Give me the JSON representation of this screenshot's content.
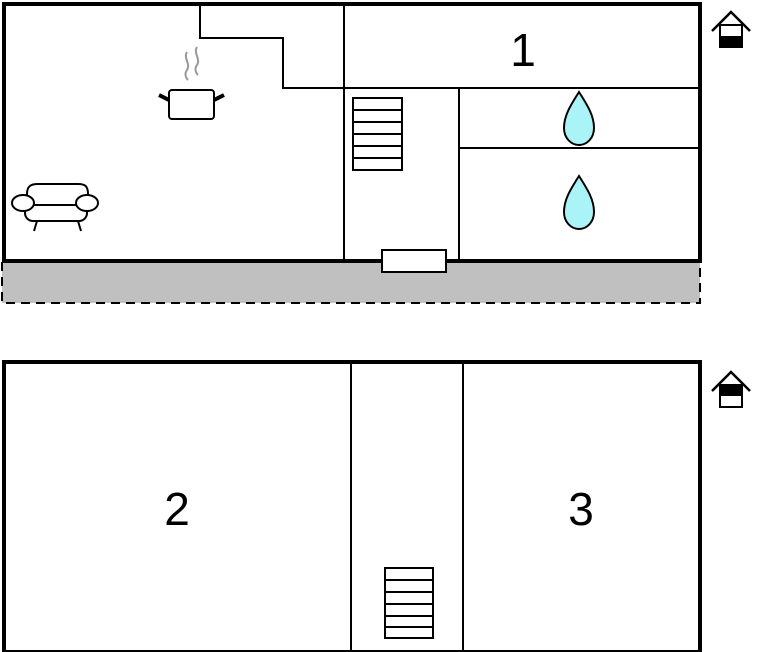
{
  "plan": {
    "floor_upper": {
      "room_labels": [
        "1"
      ],
      "icons": [
        "kitchen-pot-icon",
        "armchair-icon",
        "stairs-icon",
        "water-drop-icon",
        "water-drop-icon",
        "door-icon",
        "terrace"
      ]
    },
    "floor_lower": {
      "room_labels": [
        "2",
        "3"
      ],
      "icons": [
        "stairs-icon"
      ]
    },
    "floor_indicators": [
      "ground-floor-house-icon",
      "upper-floor-house-icon"
    ]
  },
  "colors": {
    "wall": "#000000",
    "terrace": "#c0c0c0",
    "water": "#aaf4f8",
    "steam": "#999999"
  }
}
